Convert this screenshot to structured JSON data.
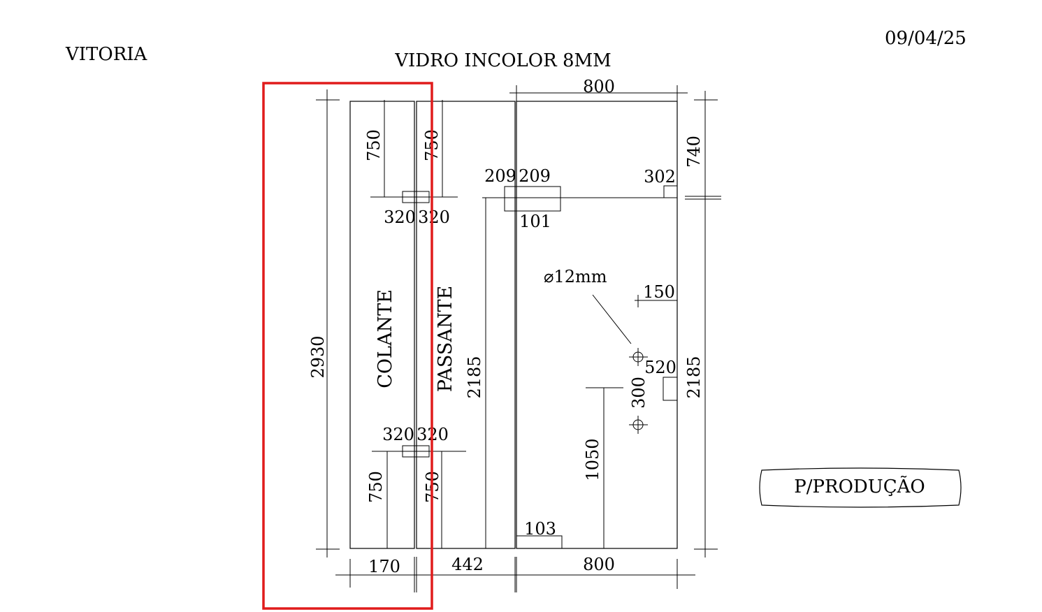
{
  "header": {
    "client": "VITORIA",
    "date": "09/04/25",
    "title": "VIDRO INCOLOR 8MM"
  },
  "stamp": {
    "label": "P/PRODUÇÃO"
  },
  "highlight": {
    "color": "#e01b1b"
  },
  "panels": {
    "colante": "COLANTE",
    "passante": "PASSANTE"
  },
  "dimensions": {
    "overall_height": "2930",
    "top_width": "800",
    "top_right_height": "740",
    "right_height": "2185",
    "inner_height": "2185",
    "bottom_widths": [
      "170",
      "442",
      "800"
    ],
    "colante_top": "750",
    "passante_top": "750",
    "colante_bottom": "750",
    "passante_bottom": "750",
    "hinge_top_left": "320",
    "hinge_top_right": "320",
    "hinge_bottom_left": "320",
    "hinge_bottom_right": "320",
    "notch_left": "209",
    "notch_right": "209",
    "notch_depth": "101",
    "right_notch": "302",
    "hole_diameter": "⌀12mm",
    "hole_edge": "150",
    "hole_spacing": "300",
    "handle_notch": "520",
    "handle_height": "1050",
    "bottom_notch": "103"
  }
}
